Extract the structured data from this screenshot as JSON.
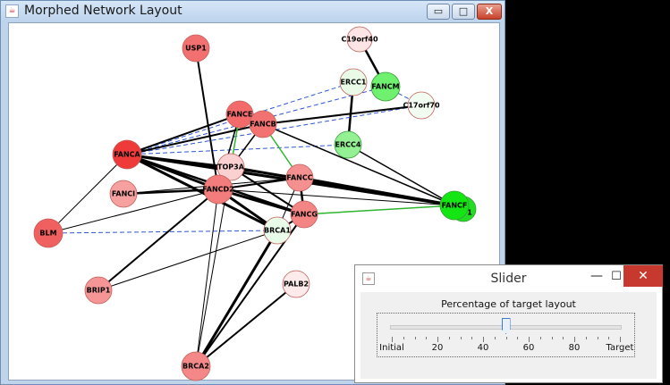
{
  "main_window": {
    "title": "Morphed Network Layout",
    "minimize": "▭",
    "maximize": "□",
    "close": "X"
  },
  "network": {
    "nodes": [
      {
        "id": "USP1",
        "label": "USP1",
        "fill": "#f27070"
      },
      {
        "id": "C19orf40",
        "label": "C19orf40",
        "fill": "#fde5e5"
      },
      {
        "id": "ERCC1",
        "label": "ERCC1",
        "fill": "#e7fbe7"
      },
      {
        "id": "FANCM",
        "label": "FANCM",
        "fill": "#6ff06f"
      },
      {
        "id": "C17orf70",
        "label": "C17orf70",
        "fill": "#f2fdf2"
      },
      {
        "id": "FANCE",
        "label": "FANCE",
        "fill": "#f26a6a"
      },
      {
        "id": "FANCB",
        "label": "FANCB",
        "fill": "#f27272"
      },
      {
        "id": "ERCC4",
        "label": "ERCC4",
        "fill": "#93f093"
      },
      {
        "id": "FANCA",
        "label": "FANCA",
        "fill": "#ef3a3a"
      },
      {
        "id": "TOP3A",
        "label": "TOP3A",
        "fill": "#fbd0d0"
      },
      {
        "id": "FANCC",
        "label": "FANCC",
        "fill": "#f59090"
      },
      {
        "id": "FANCI",
        "label": "FANCI",
        "fill": "#f7a0a0"
      },
      {
        "id": "FANCD2",
        "label": "FANCD2",
        "fill": "#f37d7d"
      },
      {
        "id": "FANCF",
        "label": "FANCF",
        "fill": "#14e614"
      },
      {
        "id": "FANCF_shadow",
        "label": "1",
        "fill": "#22dd22"
      },
      {
        "id": "FANCG",
        "label": "FANCG",
        "fill": "#f48585"
      },
      {
        "id": "BLM",
        "label": "BLM",
        "fill": "#f06060"
      },
      {
        "id": "BRCA1",
        "label": "BRCA1",
        "fill": "#e9fbe9"
      },
      {
        "id": "BRIP1",
        "label": "BRIP1",
        "fill": "#f59595"
      },
      {
        "id": "PALB2",
        "label": "PALB2",
        "fill": "#fdeaea"
      },
      {
        "id": "BRCA2",
        "label": "BRCA2",
        "fill": "#f48888"
      }
    ],
    "edges": [
      {
        "from": "C19orf40",
        "to": "FANCM",
        "kind": "solid",
        "width": 2.5
      },
      {
        "from": "ERCC1",
        "to": "ERCC4",
        "kind": "solid",
        "width": 2.5
      },
      {
        "from": "FANCM",
        "to": "C17orf70",
        "kind": "dashed",
        "width": 1
      },
      {
        "from": "FANCA",
        "to": "FANCM",
        "kind": "dashed",
        "width": 1
      },
      {
        "from": "FANCA",
        "to": "ERCC1",
        "kind": "dashed",
        "width": 1
      },
      {
        "from": "FANCA",
        "to": "C17orf70",
        "kind": "dashed",
        "width": 1
      },
      {
        "from": "FANCA",
        "to": "ERCC4",
        "kind": "dashed",
        "width": 1
      },
      {
        "from": "BLM",
        "to": "BRCA1",
        "kind": "dashed",
        "width": 1
      },
      {
        "from": "FANCA",
        "to": "FANCE",
        "kind": "solid",
        "width": 2
      },
      {
        "from": "FANCA",
        "to": "FANCB",
        "kind": "solid",
        "width": 2
      },
      {
        "from": "FANCB",
        "to": "C17orf70",
        "kind": "solid",
        "width": 2
      },
      {
        "from": "FANCE",
        "to": "FANCB",
        "kind": "solid",
        "width": 2
      },
      {
        "from": "FANCE",
        "to": "FANCD2",
        "kind": "solid",
        "width": 1.5
      },
      {
        "from": "FANCE",
        "to": "TOP3A",
        "kind": "green",
        "width": 1.5
      },
      {
        "from": "FANCB",
        "to": "FANCC",
        "kind": "green",
        "width": 1.5
      },
      {
        "from": "FANCB",
        "to": "FANCF",
        "kind": "solid",
        "width": 1.5
      },
      {
        "from": "FANCB",
        "to": "TOP3A",
        "kind": "solid",
        "width": 1.5
      },
      {
        "from": "USP1",
        "to": "FANCD2",
        "kind": "solid",
        "width": 2
      },
      {
        "from": "FANCA",
        "to": "FANCF",
        "kind": "solid",
        "width": 3
      },
      {
        "from": "FANCA",
        "to": "FANCD2",
        "kind": "solid",
        "width": 3
      },
      {
        "from": "FANCA",
        "to": "FANCG",
        "kind": "solid",
        "width": 2.5
      },
      {
        "from": "FANCA",
        "to": "BRCA1",
        "kind": "solid",
        "width": 3
      },
      {
        "from": "FANCA",
        "to": "FANCC",
        "kind": "solid",
        "width": 2
      },
      {
        "from": "FANCA",
        "to": "TOP3A",
        "kind": "solid",
        "width": 2
      },
      {
        "from": "FANCA",
        "to": "BLM",
        "kind": "solid",
        "width": 1
      },
      {
        "from": "TOP3A",
        "to": "FANCF",
        "kind": "solid",
        "width": 3
      },
      {
        "from": "TOP3A",
        "to": "FANCG",
        "kind": "solid",
        "width": 2
      },
      {
        "from": "TOP3A",
        "to": "FANCD2",
        "kind": "solid",
        "width": 2
      },
      {
        "from": "TOP3A",
        "to": "BRCA2",
        "kind": "solid",
        "width": 1
      },
      {
        "from": "FANCC",
        "to": "FANCF",
        "kind": "solid",
        "width": 3
      },
      {
        "from": "FANCC",
        "to": "FANCG",
        "kind": "solid",
        "width": 2.5
      },
      {
        "from": "FANCC",
        "to": "BRCA1",
        "kind": "solid",
        "width": 1
      },
      {
        "from": "FANCI",
        "to": "FANCD2",
        "kind": "solid",
        "width": 2.5
      },
      {
        "from": "FANCI",
        "to": "FANCC",
        "kind": "solid",
        "width": 1
      },
      {
        "from": "FANCD2",
        "to": "FANCG",
        "kind": "solid",
        "width": 3
      },
      {
        "from": "FANCD2",
        "to": "FANCC",
        "kind": "solid",
        "width": 2
      },
      {
        "from": "FANCD2",
        "to": "BRCA1",
        "kind": "solid",
        "width": 3
      },
      {
        "from": "FANCD2",
        "to": "BRCA2",
        "kind": "solid",
        "width": 1
      },
      {
        "from": "FANCD2",
        "to": "BLM",
        "kind": "solid",
        "width": 1
      },
      {
        "from": "FANCD2",
        "to": "BRIP1",
        "kind": "solid",
        "width": 2
      },
      {
        "from": "FANCD2",
        "to": "FANCF",
        "kind": "solid",
        "width": 1
      },
      {
        "from": "FANCG",
        "to": "FANCF",
        "kind": "green",
        "width": 1.5
      },
      {
        "from": "FANCG",
        "to": "BRCA2",
        "kind": "solid",
        "width": 2
      },
      {
        "from": "FANCG",
        "to": "BRCA1",
        "kind": "solid",
        "width": 2
      },
      {
        "from": "BRCA1",
        "to": "BRCA2",
        "kind": "solid",
        "width": 3
      },
      {
        "from": "BRCA1",
        "to": "BRIP1",
        "kind": "solid",
        "width": 1
      },
      {
        "from": "PALB2",
        "to": "BRCA2",
        "kind": "solid",
        "width": 2
      },
      {
        "from": "ERCC4",
        "to": "FANCF",
        "kind": "solid",
        "width": 1.5
      }
    ]
  },
  "slider_window": {
    "title": "Slider",
    "minimize": "—",
    "maximize": "☐",
    "close": "✕",
    "caption": "Percentage of target layout",
    "value": 50,
    "labels": [
      "Initial",
      "20",
      "40",
      "60",
      "80",
      "Target"
    ]
  },
  "colors": {
    "dashed_edge": "#2f55d4",
    "green_edge": "#2fb52f",
    "solid_edge": "#000000",
    "node_stroke": "#c0605a"
  }
}
